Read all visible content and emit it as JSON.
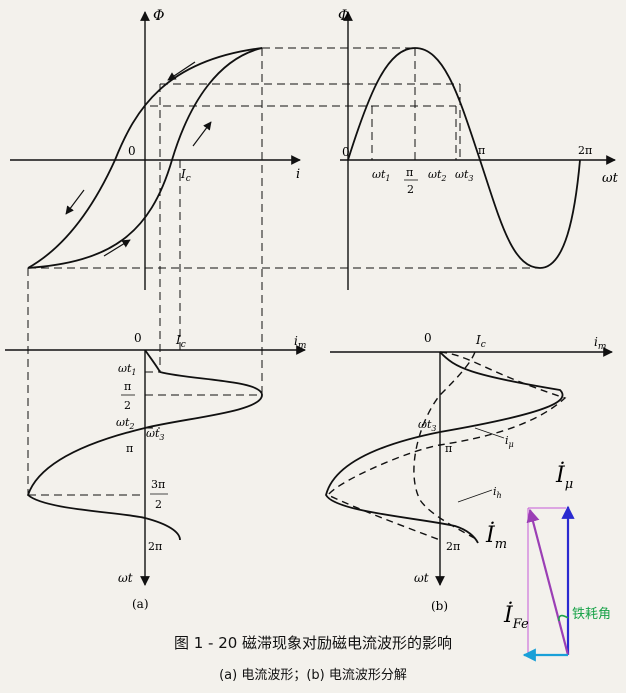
{
  "figure": {
    "caption": "图 1 - 20   磁滞现象对励磁电流波形的影响",
    "subcaption": "(a) 电流波形；(b) 电流波形分解",
    "panel_a_label": "(a)",
    "panel_b_label": "(b)"
  },
  "labels": {
    "phi": "Φ",
    "i": "i",
    "im": "i",
    "im_sub": "m",
    "zero": "0",
    "Ic": "I",
    "Ic_sub": "c",
    "omega_t": "ωt",
    "wt1": "ωt",
    "wt1_sub": "1",
    "wt2": "ωt",
    "wt2_sub": "2",
    "wt3": "ωt",
    "wt3_sub": "3",
    "pi": "π",
    "pi_over2_num": "π",
    "pi_over2_den": "2",
    "three_pi_over2_num": "3π",
    "three_pi_over2_den": "2",
    "two_pi": "2π",
    "i_mu": "i",
    "i_mu_sub": "μ",
    "i_h": "i",
    "i_h_sub": "h"
  },
  "phasor": {
    "I_mu_main": "İ",
    "I_mu_sub": "μ",
    "I_m_main": "İ",
    "I_m_sub": "m",
    "I_Fe_main": "İ",
    "I_Fe_sub": "Fe",
    "angle_label": "铁耗角",
    "colors": {
      "I_mu": "#2a2ad0",
      "I_m": "#9b3fb5",
      "I_Fe": "#19a0d8",
      "angle": "#1aa34a",
      "guide": "#c55ad8"
    }
  }
}
